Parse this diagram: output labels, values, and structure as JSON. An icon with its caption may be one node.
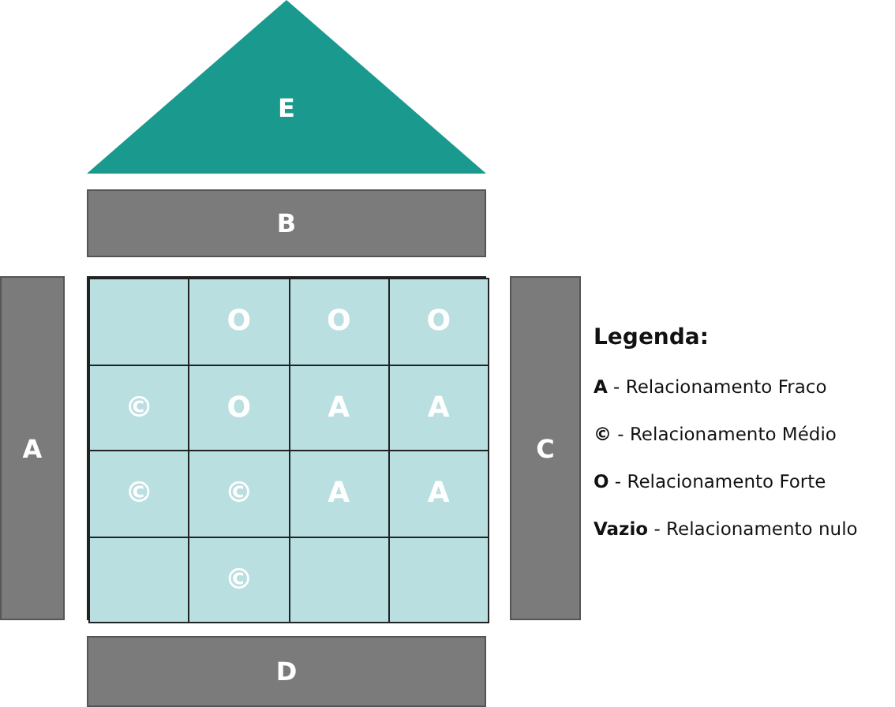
{
  "diagram": {
    "nodes": [
      {
        "text": [
          "E"
        ]
      },
      {
        "text": [
          "B"
        ]
      },
      {
        "text": [
          "A"
        ]
      },
      {
        "text": [],
        "shape": "box"
      },
      {
        "text": [],
        "shape": "box",
        "in": 3
      },
      {
        "text": [
          "O"
        ],
        "in": 3
      },
      {
        "text": [
          "O"
        ],
        "in": 3
      },
      {
        "text": [
          "O"
        ],
        "in": 3
      },
      {
        "text": [
          "©"
        ],
        "in": 3
      },
      {
        "text": [
          "O"
        ],
        "in": 3
      },
      {
        "text": [
          "A"
        ],
        "in": 3
      },
      {
        "text": [
          "A"
        ],
        "in": 3
      },
      {
        "text": [
          "©"
        ],
        "in": 3
      },
      {
        "text": [
          "©"
        ],
        "in": 3
      },
      {
        "text": [
          "A"
        ],
        "in": 3
      },
      {
        "text": [
          "A"
        ],
        "in": 3
      },
      {
        "text": [],
        "shape": "box",
        "in": 3
      },
      {
        "text": [
          "©"
        ],
        "in": 3
      },
      {
        "text": [],
        "shape": "box",
        "in": 3
      },
      {
        "text": [],
        "shape": "box",
        "in": 3
      },
      {
        "text": [
          "C"
        ]
      },
      {
        "text": [
          "D"
        ]
      }
    ],
    "edges": [],
    "labels": [
      "Legenda:"
    ],
    "legend": [
      {
        "text": "**A** - Relacionamento Fraco"
      },
      {
        "text": "**©** - Relacionamento Médio"
      },
      {
        "text": "**O** - Relacionamento Forte"
      },
      {
        "text": "**Vazio** - Relacionamento nulo"
      }
    ]
  }
}
